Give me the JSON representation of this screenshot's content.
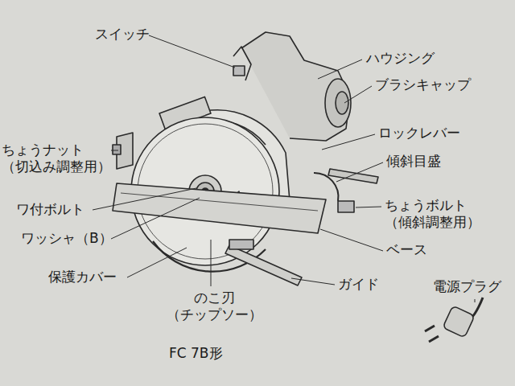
{
  "diagram": {
    "caption": "FC 7B形",
    "labels": [
      "スイッチ",
      "ハウジング",
      "ブラシキャップ",
      "ちょうナット （切込み調整用）",
      "ロックレバー",
      "傾斜目盛",
      "ワ付ボルト",
      "ちょうボルト （傾斜調整用）",
      "ワッシャ（B）",
      "ベース",
      "保護カバー",
      "ガイド",
      "のこ刃 （チップソー）",
      "電源プラグ"
    ]
  }
}
